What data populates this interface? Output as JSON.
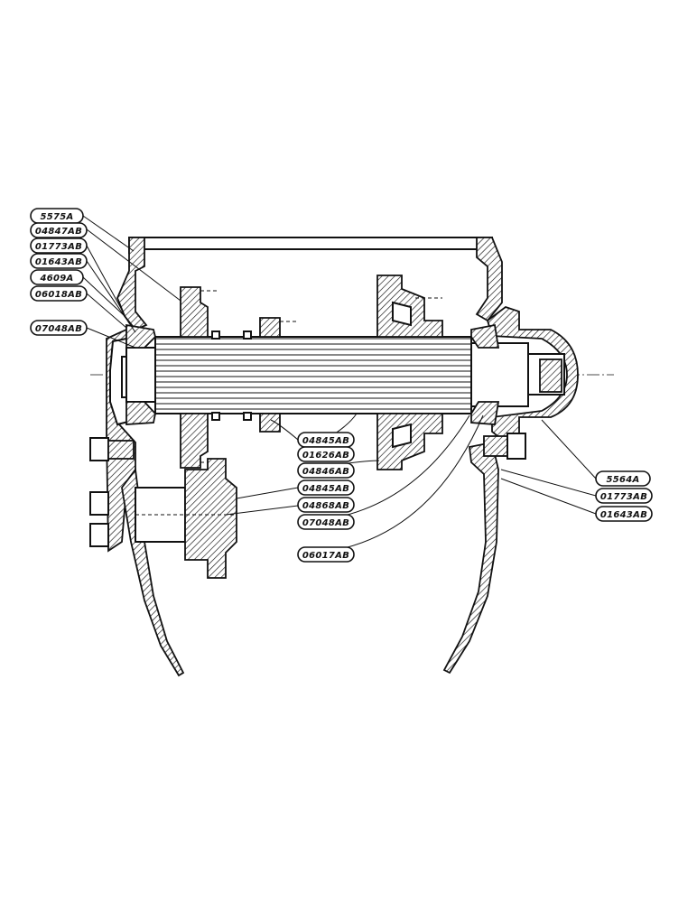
{
  "diagram": {
    "labels_left": [
      {
        "id": "l1",
        "text": "5575A"
      },
      {
        "id": "l2",
        "text": "04847AB"
      },
      {
        "id": "l3",
        "text": "01773AB"
      },
      {
        "id": "l4",
        "text": "01643AB"
      },
      {
        "id": "l5",
        "text": "4609A"
      },
      {
        "id": "l6",
        "text": "06018AB"
      },
      {
        "id": "l7",
        "text": "07048AB"
      }
    ],
    "labels_center": [
      {
        "id": "c1",
        "text": "04845AB"
      },
      {
        "id": "c2",
        "text": "01626AB"
      },
      {
        "id": "c3",
        "text": "04846AB"
      },
      {
        "id": "c4",
        "text": "04845AB"
      },
      {
        "id": "c5",
        "text": "04868AB"
      },
      {
        "id": "c6",
        "text": "07048AB"
      },
      {
        "id": "c7",
        "text": "06017AB"
      }
    ],
    "labels_right": [
      {
        "id": "r1",
        "text": "5564A"
      },
      {
        "id": "r2",
        "text": "01773AB"
      },
      {
        "id": "r3",
        "text": "01643AB"
      }
    ]
  }
}
